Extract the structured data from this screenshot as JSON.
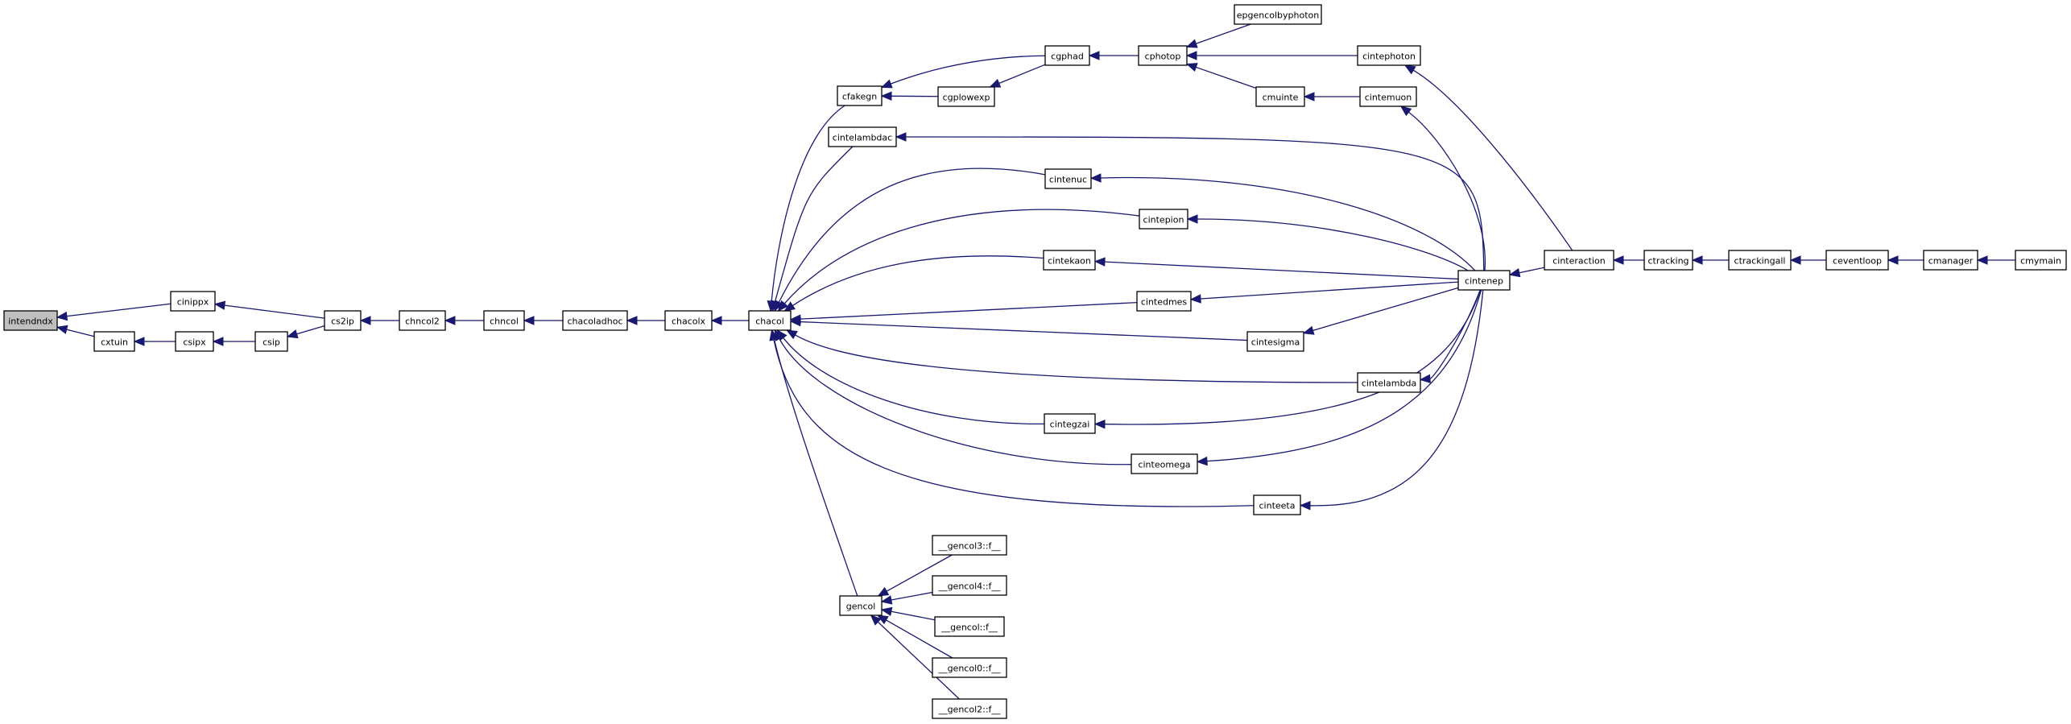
{
  "graph": {
    "kind": "caller-graph",
    "highlighted_node": "intendndx",
    "colors": {
      "edge": "#191970",
      "node_border": "#000000",
      "node_fill": "#ffffff",
      "highlight_fill": "#bfbfbf"
    },
    "nodes": [
      {
        "id": "intendndx",
        "label": "intendndx"
      },
      {
        "id": "cinippx",
        "label": "cinippx"
      },
      {
        "id": "cxtuin",
        "label": "cxtuin"
      },
      {
        "id": "csipx",
        "label": "csipx"
      },
      {
        "id": "csip",
        "label": "csip"
      },
      {
        "id": "cs2ip",
        "label": "cs2ip"
      },
      {
        "id": "chncol2",
        "label": "chncol2"
      },
      {
        "id": "chncol",
        "label": "chncol"
      },
      {
        "id": "chacoladhoc",
        "label": "chacoladhoc"
      },
      {
        "id": "chacolx",
        "label": "chacolx"
      },
      {
        "id": "chacol",
        "label": "chacol"
      },
      {
        "id": "cfakegn",
        "label": "cfakegn"
      },
      {
        "id": "cgplowexp",
        "label": "cgplowexp"
      },
      {
        "id": "cgphad",
        "label": "cgphad"
      },
      {
        "id": "cphotop",
        "label": "cphotop"
      },
      {
        "id": "epgencolbyphoton",
        "label": "epgencolbyphoton"
      },
      {
        "id": "cintephoton",
        "label": "cintephoton"
      },
      {
        "id": "cmuinte",
        "label": "cmuinte"
      },
      {
        "id": "cintemuon",
        "label": "cintemuon"
      },
      {
        "id": "cintelambdac",
        "label": "cintelambdac"
      },
      {
        "id": "cintenuc",
        "label": "cintenuc"
      },
      {
        "id": "cintepion",
        "label": "cintepion"
      },
      {
        "id": "cintekaon",
        "label": "cintekaon"
      },
      {
        "id": "cintedmes",
        "label": "cintedmes"
      },
      {
        "id": "cintesigma",
        "label": "cintesigma"
      },
      {
        "id": "cintelambda",
        "label": "cintelambda"
      },
      {
        "id": "cintegzai",
        "label": "cintegzai"
      },
      {
        "id": "cinteomega",
        "label": "cinteomega"
      },
      {
        "id": "cinteeta",
        "label": "cinteeta"
      },
      {
        "id": "cintenep",
        "label": "cintenep"
      },
      {
        "id": "cinteraction",
        "label": "cinteraction"
      },
      {
        "id": "ctracking",
        "label": "ctracking"
      },
      {
        "id": "ctrackingall",
        "label": "ctrackingall"
      },
      {
        "id": "ceventloop",
        "label": "ceventloop"
      },
      {
        "id": "cmanager",
        "label": "cmanager"
      },
      {
        "id": "cmymain",
        "label": "cmymain"
      },
      {
        "id": "gencol",
        "label": "gencol"
      },
      {
        "id": "gencol3",
        "label": "__gencol3::f__"
      },
      {
        "id": "gencol4",
        "label": "__gencol4::f__"
      },
      {
        "id": "gencol_",
        "label": "__gencol::f__"
      },
      {
        "id": "gencol0",
        "label": "__gencol0::f__"
      },
      {
        "id": "gencol2",
        "label": "__gencol2::f__"
      }
    ],
    "edges": [
      {
        "from": "cinippx",
        "to": "intendndx"
      },
      {
        "from": "cxtuin",
        "to": "intendndx"
      },
      {
        "from": "csipx",
        "to": "cxtuin"
      },
      {
        "from": "csip",
        "to": "csipx"
      },
      {
        "from": "cs2ip",
        "to": "cinippx"
      },
      {
        "from": "cs2ip",
        "to": "csip"
      },
      {
        "from": "chncol2",
        "to": "cs2ip"
      },
      {
        "from": "chncol",
        "to": "chncol2"
      },
      {
        "from": "chacoladhoc",
        "to": "chncol"
      },
      {
        "from": "chacolx",
        "to": "chacoladhoc"
      },
      {
        "from": "chacol",
        "to": "chacolx"
      },
      {
        "from": "cfakegn",
        "to": "chacol"
      },
      {
        "from": "cintelambdac",
        "to": "chacol"
      },
      {
        "from": "cintenuc",
        "to": "chacol"
      },
      {
        "from": "cintepion",
        "to": "chacol"
      },
      {
        "from": "cintekaon",
        "to": "chacol"
      },
      {
        "from": "cintedmes",
        "to": "chacol"
      },
      {
        "from": "cintesigma",
        "to": "chacol"
      },
      {
        "from": "cintelambda",
        "to": "chacol"
      },
      {
        "from": "cintegzai",
        "to": "chacol"
      },
      {
        "from": "cinteomega",
        "to": "chacol"
      },
      {
        "from": "cinteeta",
        "to": "chacol"
      },
      {
        "from": "gencol",
        "to": "chacol"
      },
      {
        "from": "cgphad",
        "to": "cfakegn"
      },
      {
        "from": "cgplowexp",
        "to": "cfakegn"
      },
      {
        "from": "cgphad",
        "to": "cgplowexp"
      },
      {
        "from": "cphotop",
        "to": "cgphad"
      },
      {
        "from": "epgencolbyphoton",
        "to": "cphotop"
      },
      {
        "from": "cintephoton",
        "to": "cphotop"
      },
      {
        "from": "cmuinte",
        "to": "cphotop"
      },
      {
        "from": "cintemuon",
        "to": "cmuinte"
      },
      {
        "from": "cinteraction",
        "to": "cintephoton"
      },
      {
        "from": "cintenep",
        "to": "cintemuon"
      },
      {
        "from": "cintenep",
        "to": "cintelambdac"
      },
      {
        "from": "cintenep",
        "to": "cintenuc"
      },
      {
        "from": "cintenep",
        "to": "cintepion"
      },
      {
        "from": "cintenep",
        "to": "cintekaon"
      },
      {
        "from": "cintenep",
        "to": "cintedmes"
      },
      {
        "from": "cintenep",
        "to": "cintesigma"
      },
      {
        "from": "cintenep",
        "to": "cintelambda"
      },
      {
        "from": "cintenep",
        "to": "cintegzai"
      },
      {
        "from": "cintenep",
        "to": "cinteomega"
      },
      {
        "from": "cintenep",
        "to": "cinteeta"
      },
      {
        "from": "cinteraction",
        "to": "cintenep"
      },
      {
        "from": "ctracking",
        "to": "cinteraction"
      },
      {
        "from": "ctrackingall",
        "to": "ctracking"
      },
      {
        "from": "ceventloop",
        "to": "ctrackingall"
      },
      {
        "from": "cmanager",
        "to": "ceventloop"
      },
      {
        "from": "cmymain",
        "to": "cmanager"
      },
      {
        "from": "gencol3",
        "to": "gencol"
      },
      {
        "from": "gencol4",
        "to": "gencol"
      },
      {
        "from": "gencol_",
        "to": "gencol"
      },
      {
        "from": "gencol0",
        "to": "gencol"
      },
      {
        "from": "gencol2",
        "to": "gencol"
      }
    ]
  }
}
